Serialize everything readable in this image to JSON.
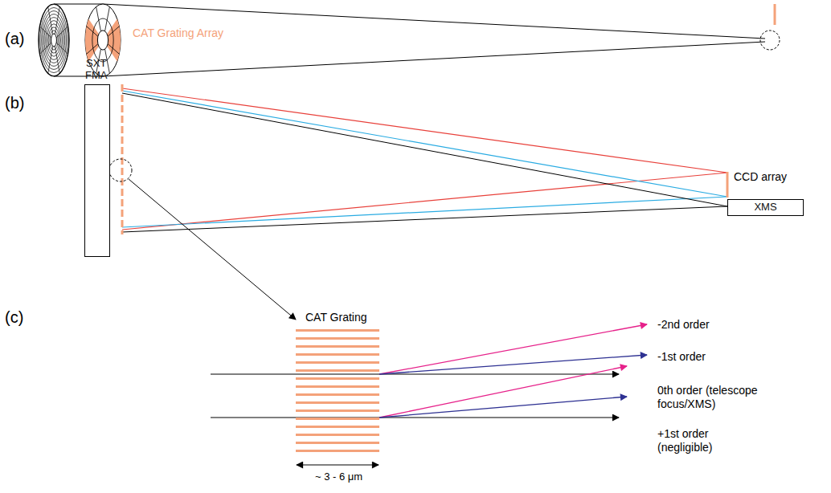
{
  "diagram": {
    "nodes": [
      {
        "text": [
          "SXT FMA"
        ]
      },
      {
        "text": [
          "XMS"
        ]
      }
    ],
    "labels": [
      "(a)",
      "CAT Grating Array",
      "(b)",
      "CCD array",
      "(c)",
      "CAT Grating",
      "-2nd order",
      "-1st order",
      "0th order (telescope focus/XMS)",
      "+1st order (negligible)",
      "~ 3 - 6 μm"
    ]
  }
}
